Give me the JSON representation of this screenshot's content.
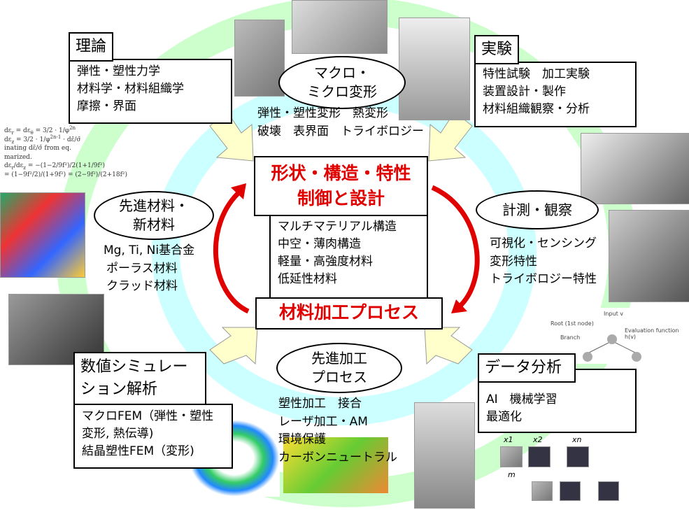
{
  "theory": {
    "title": "理論",
    "lines": [
      "弾性・塑性力学",
      "材料学・材料組織学",
      "摩擦・界面"
    ]
  },
  "experiment": {
    "title": "実験",
    "lines": [
      "特性試験　加工実験",
      "装置設計・製作",
      "材料組織観察・分析"
    ]
  },
  "deformation": {
    "title_lines": [
      "マクロ・",
      "ミクロ変形"
    ],
    "lines": [
      "弾性・塑性変形　熱変形",
      "破壊　表界面　トライボロジー"
    ]
  },
  "center": {
    "design_lines": [
      "形状・構造・特性",
      "制御と設計"
    ],
    "structure_lines": [
      "マルチマテリアル構造",
      "中空・薄肉構造",
      "軽量・高強度材料",
      "低延性材料"
    ],
    "process": "材料加工プロセス"
  },
  "materials": {
    "title_lines": [
      "先進材料・",
      "新材料"
    ],
    "lines": [
      "Mg, Ti, Ni基合金",
      "ポーラス材料",
      "クラッド材料"
    ]
  },
  "measurement": {
    "title": "計測・観察",
    "lines": [
      "可視化・センシング",
      "変形特性",
      "トライボロジー特性"
    ]
  },
  "simulation": {
    "title_lines": [
      "数値シミュレー",
      "ション解析"
    ],
    "lines": [
      "マクロFEM（弾性・塑性",
      "変形, 熱伝導)",
      "結晶塑性FEM（変形)"
    ]
  },
  "processing": {
    "title_lines": [
      "先進加工",
      "プロセス"
    ],
    "lines": [
      "塑性加工　接合",
      "レーザ加工・AM",
      "環境保護",
      "カーボンニュートラル"
    ]
  },
  "data_analysis": {
    "title": "データ分析",
    "lines": [
      "AI　機械学習",
      "最適化"
    ]
  },
  "tree_figure": {
    "labels": [
      "Input v",
      "Root (1st node)",
      "Evaluation function h(v)",
      "Branch"
    ]
  },
  "image_grid_figure": {
    "labels": [
      "x1",
      "x2",
      "xn",
      "m"
    ]
  },
  "colors": {
    "accent_red": "#e00000",
    "ring_cyan": "#ccffff",
    "ring_green": "#ccffcc",
    "arrow_yellow": "#ffffcc"
  }
}
